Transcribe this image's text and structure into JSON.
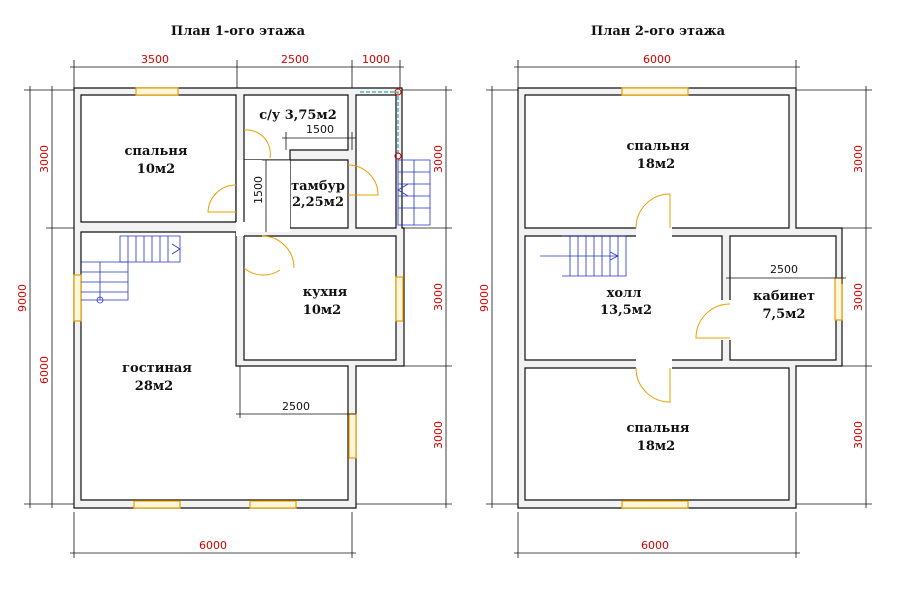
{
  "plan1": {
    "title": "План 1-ого этажа",
    "dims_top": [
      "3500",
      "2500",
      "1000"
    ],
    "dim_bottom": "6000",
    "dims_left": [
      "3000",
      "9000",
      "6000"
    ],
    "dims_right": [
      "3000",
      "3000",
      "3000"
    ],
    "dims_inner": [
      "1500",
      "1500",
      "2500"
    ],
    "rooms": [
      {
        "name": "спальня",
        "area": "10м2"
      },
      {
        "name": "с/у 3,75м2",
        "area": ""
      },
      {
        "name": "тамбур",
        "area": "2,25м2"
      },
      {
        "name": "кухня",
        "area": "10м2"
      },
      {
        "name": "гостиная",
        "area": "28м2"
      }
    ]
  },
  "plan2": {
    "title": "План 2-ого этажа",
    "dim_top": "6000",
    "dim_bottom": "6000",
    "dim_left": "9000",
    "dims_right": [
      "3000",
      "3000",
      "3000"
    ],
    "dim_inner": "2500",
    "rooms": [
      {
        "name": "спальня",
        "area": "18м2"
      },
      {
        "name": "холл",
        "area": "13,5м2"
      },
      {
        "name": "кабинет",
        "area": "7,5м2"
      },
      {
        "name": "спальня",
        "area": "18м2"
      }
    ]
  },
  "colors": {
    "dimension_text": "#d40000",
    "window": "#e8a000",
    "stairs": "#2233cc",
    "wall": "#111111"
  }
}
